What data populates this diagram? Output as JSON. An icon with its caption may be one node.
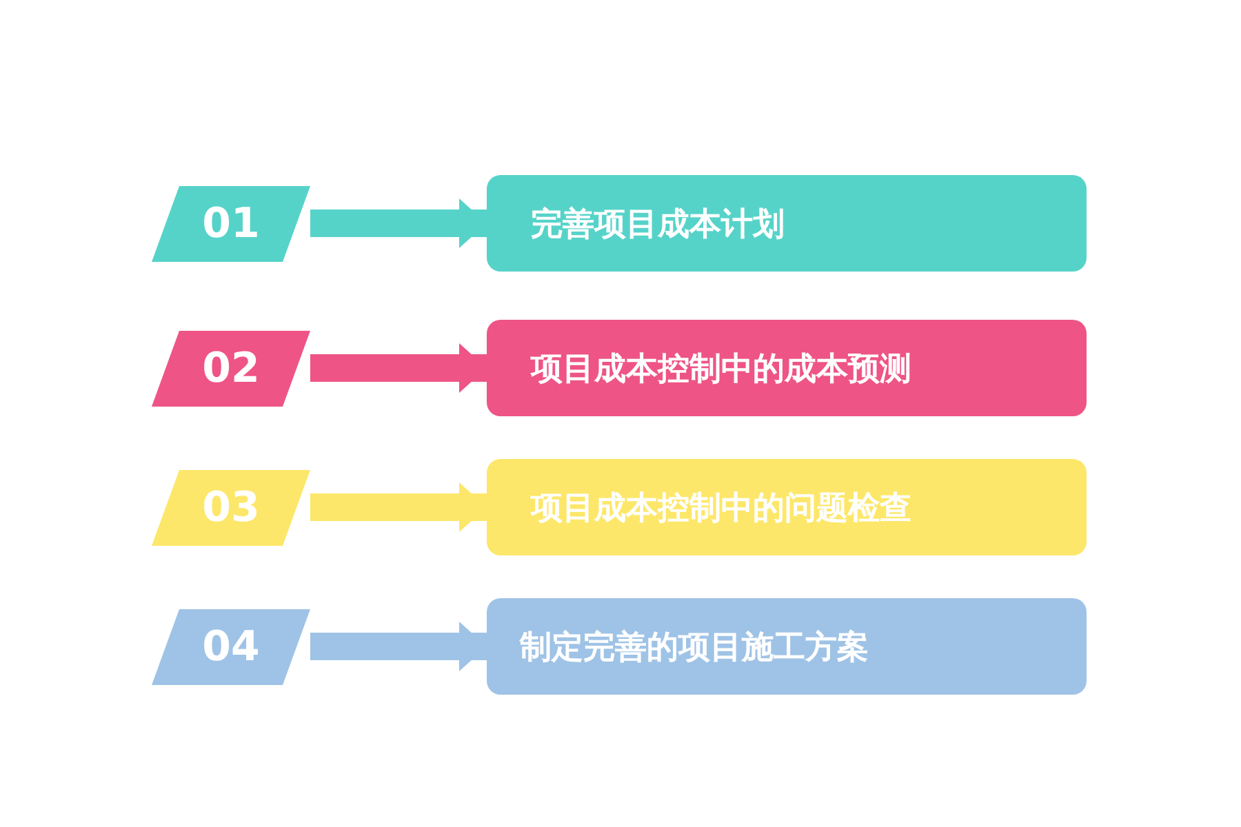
{
  "diagram": {
    "nodes": [
      {
        "text": [
          "01"
        ]
      },
      {
        "text": [
          "完善项目成本计划"
        ]
      },
      {
        "text": [
          "02"
        ]
      },
      {
        "text": [
          "项目成本控制中的成本预测"
        ]
      },
      {
        "text": [
          "03"
        ]
      },
      {
        "text": [
          "项目成本控制中的问题检查"
        ]
      },
      {
        "text": [
          "04"
        ]
      },
      {
        "text": [
          "制定完善的项目施工方案"
        ]
      }
    ],
    "edges": [
      {
        "from": 0,
        "to": 1,
        "arrow": "to",
        "color": "#56d3c9"
      },
      {
        "from": 2,
        "to": 3,
        "arrow": "to",
        "color": "#ee5486"
      },
      {
        "from": 4,
        "to": 5,
        "arrow": "to",
        "color": "#fde76a"
      },
      {
        "from": 6,
        "to": 7,
        "arrow": "to",
        "color": "#9fc3e6"
      }
    ]
  }
}
